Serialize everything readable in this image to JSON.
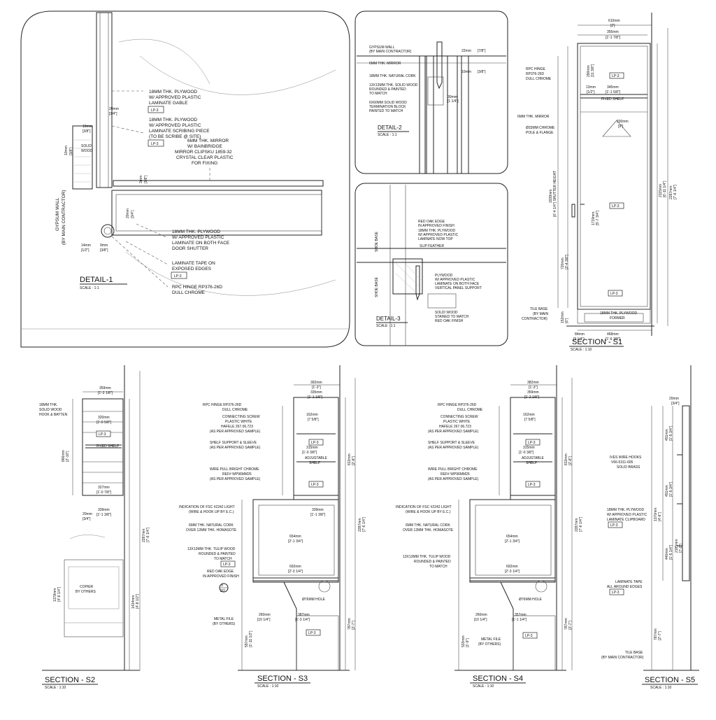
{
  "detail1": {
    "title": "DETAIL-1",
    "scale": "SCALE : 1:1",
    "wall_label_1": "GYPSUM WALL",
    "wall_label_2": "(BY MAIN CONTRACTOR)",
    "solid_wood_1": "SOLID",
    "solid_wood_2": "WOOD",
    "notes": [
      {
        "lines": [
          "18MM THK. PLYWOOD",
          "W/ APPROVED PLASTIC",
          "LAMINATE GABLE"
        ],
        "tag": "LP-3"
      },
      {
        "lines": [
          "18MM THK. PLYWOOD",
          "W/ APPROVED PLASTIC",
          "LAMINATE SCRIBING PIECE",
          "(TO BE SCRIBE @ SITE)"
        ],
        "tag": "LP-3"
      },
      {
        "lines": [
          "6MM THK. MIRROR",
          "W/ BAINBRIDGE",
          "MIRROR CLIPSKU  1859-32",
          "CRYSTAL CLEAR PLASTIC",
          "FOR FIXING"
        ]
      },
      {
        "lines": [
          "18MM THK. PLYWOOD",
          "W/ APPROVED PLASTIC",
          "LAMINATE ON BOTH FACE",
          "DOOR SHUTTER"
        ]
      },
      {
        "lines": [
          "LAMINATE TAPE ON",
          "EXPOSED EDGES"
        ],
        "tag": "LP-3"
      },
      {
        "lines": [
          "RPC HINGE RP376-26D",
          "DULL CHROME"
        ]
      }
    ],
    "dims": {
      "d20": "20mm",
      "d20i": "[3/4\"]",
      "d10": "10mm",
      "d10i": "[3/8\"]",
      "d10v": "10mm",
      "d10vi": "[3/8\"]",
      "d3": "3mm",
      "d3i": "[1/8\"]",
      "d20b": "20mm",
      "d20bi": "[3/4\"]",
      "d14": "14mm",
      "d14i": "[1/2\"]",
      "d9": "9mm",
      "d9i": "[3/8\"]"
    }
  },
  "detail2": {
    "title": "DETAIL-2",
    "scale": "SCALE : 1:1",
    "notes": [
      "GYPSUM WALL",
      "(BY MAIN CONTRACTOR)",
      "6MM THK. MIRROR",
      "18MM THK. NATURAL CORK",
      "13X13MM THK. SOLID WOOD",
      "ROUNDED & PAINTED",
      "TO MATCH",
      "6X60MM SOLID WOOD",
      "TERMINATION BLOCK",
      "PAINTED TO MATCH"
    ],
    "dims": [
      "22mm",
      "[7/8\"]",
      "10mm",
      "[3/8\"]",
      "30mm",
      "[1 1/4\"]"
    ]
  },
  "detail3": {
    "title": "DETAIL-3",
    "scale": "SCALE : 1:1",
    "notes": [
      "RED OAK EDGE",
      "IN APPROVED FINISH",
      "18MM THK. PLYWOOD",
      "W/ APPROVED PLASTIC",
      "LAMINATE NOW TOP",
      "SLIP FEATHER",
      "PLYWOOD",
      "W/ APPROVED PLASTIC",
      "LAMINATE ON BOTH FACE",
      "VERTICAL PANEL SUPPORT",
      "SOLID WOOD",
      "STAINED TO MATCH",
      "RED OAK FINISH"
    ],
    "side_labels": [
      "SHOE BASE",
      "SHOE BASE"
    ]
  },
  "s1": {
    "title": "SECTION - S1",
    "scale": "SCALE : 1:10",
    "dims": {
      "w610": "610mm",
      "w610i": "[2']",
      "w355": "355mm",
      "w355i": "[1'-1 7/8\"]",
      "w345": "345mm",
      "w345i": "[1'-1 5/8\"]",
      "w13": "13mm",
      "w13i": "[1/2\"]",
      "w230": "230mm",
      "w230i": "[9\"]",
      "h2115": "2115mm",
      "h2115i": "[6'-11 1/4\"]",
      "h2287": "2287mm",
      "h2287i": "[7'-6 1/4\"]",
      "h1719": "1719mm",
      "h1719i": "[5'-7 3/4\"]",
      "h1939": "1939mm",
      "h1939i": "[6'-4 1/4\"] SHUTTER HEIGHT",
      "h290": "290mm",
      "h290i": "[11 3/8\"]",
      "h720": "720mm",
      "h720i": "[2'-4 3/8\"]",
      "h152": "152mm",
      "h152i": "[6\"]",
      "w84": "84mm",
      "w84i": "[3 1/4\"]",
      "w468": "468mm",
      "w468i": "[1'-6 3/8\"]"
    },
    "notes": [
      {
        "lines": [
          "RPC HINGE",
          "RP376-26D",
          "DULL CHROME"
        ]
      },
      {
        "lines": [
          "6MM THK. MIRROR"
        ]
      },
      {
        "lines": [
          "Ø33MM CHROME",
          "POLE & FLANGE"
        ]
      },
      {
        "lines": [
          "TILE BASE",
          "(BY MAIN",
          "CONTRACTOR)"
        ]
      }
    ],
    "fixed_shelf": "FIXED SHELF",
    "former": [
      "18MM THK. PLYWOOD",
      "FORMER"
    ],
    "tags": [
      "LP-3",
      "LP-3",
      "LP-3"
    ]
  },
  "s2": {
    "title": "SECTION - S2",
    "scale": "SCALE : 1:10",
    "notes": [
      {
        "lines": [
          "18MM THK.",
          "SOLID WOOD",
          "HOOK & BATTEN"
        ]
      }
    ],
    "fixed_shelf": "FIXED SHELF",
    "copier": [
      "COPIER",
      "BY OTHERS"
    ],
    "dims": [
      "359mm",
      "[1'-2 1/8\"]",
      "320mm",
      "[1'-0 5/8\"]",
      "327mm",
      "[1'-0 7/8\"]",
      "339mm",
      "[1'-1 3/8\"]",
      "866mm",
      "[2'-10\"]",
      "2287mm",
      "[7'-6 1/4\"]",
      "1434mm",
      "[4'-8 1/2\"]",
      "1378mm",
      "[4'-6 1/4\"]",
      "20mm",
      "[3/4\"]"
    ],
    "tag": "LP-3"
  },
  "s3": {
    "title": "SECTION - S3",
    "scale": "SCALE : 1:10",
    "notes": [
      {
        "lines": [
          "RPC HINGE RP376-26D",
          "DULL CHROME"
        ]
      },
      {
        "lines": [
          "CONNECTING SCREW",
          "PLASTIC WHITE",
          "HAFELE 267.06.723",
          "(AS PER APPROVED SAMPLE)"
        ]
      },
      {
        "lines": [
          "SHELF SUPPORT & SLEEVE",
          "(AS PER APPROVED SAMPLE)"
        ]
      },
      {
        "lines": [
          "WIRE PULL BRIGHT CHROME",
          "REF# WP96MM26",
          "(AS PER APPROVED SAMPLE)"
        ]
      },
      {
        "lines": [
          "INDICATION OF FSC #2242 LIGHT",
          "(WIRE & HOOK UP BY E.C.)"
        ]
      },
      {
        "lines": [
          "6MM THK. NATURAL CORK",
          "OVER 12MM THK. HOMASOTE"
        ]
      },
      {
        "lines": [
          "13X13MM THK. TULIP WOOD",
          "ROUNDED & PAINTED",
          "TO MATCH"
        ],
        "tag": "LP-3"
      },
      {
        "lines": [
          "RED OAK EDGE",
          "IN APPROVED FINISH"
        ]
      },
      {
        "lines": [
          "METAL FILE",
          "(BY OTHERS)"
        ]
      }
    ],
    "adjustable_shelf": [
      "ADJUSTABLE",
      "SHELF"
    ],
    "dims": [
      "392mm",
      "[1'-3\"]",
      "335mm",
      "[1'-1 1/8\"]",
      "162mm",
      "[7 5/8\"]",
      "315mm",
      "[1'-0 3/8\"]",
      "339mm",
      "[1'-1 3/8\"]",
      "654mm",
      "[2'-1 3/4\"]",
      "692mm",
      "[2'-3 1/4\"]",
      "260mm",
      "[10 1/4\"]",
      "387mm",
      "[1'-3 1/4\"]",
      "2287mm",
      "[7'-6 1/4\"]",
      "813mm",
      "[2'-8\"]",
      "Ø76MM HOLE",
      "597mm",
      "[1'-11 1/2\"]",
      "787mm",
      "[2'-7\"]"
    ],
    "callout": [
      "3",
      "2/2"
    ],
    "tags": [
      "LP-3",
      "LP-3",
      "LP-3"
    ]
  },
  "s4": {
    "title": "SECTION - S4",
    "scale": "SCALE : 1:10",
    "notes": [
      {
        "lines": [
          "RPC HINGE RP376-26D",
          "DULL CHROME"
        ]
      },
      {
        "lines": [
          "CONNECTING SCREW",
          "PLASTIC WHITE",
          "HAFELE 267.06.723",
          "(AS PER APPROVED SAMPLE)"
        ]
      },
      {
        "lines": [
          "SHELF SUPPORT & SLEEVE",
          "(AS PER APPROVED SAMPLE)"
        ]
      },
      {
        "lines": [
          "WIRE PULL BRIGHT CHROME",
          "REF# WP96MM26",
          "(AS PER APPROVED SAMPLE)"
        ]
      },
      {
        "lines": [
          "INDICATION OF FSC #2242 LIGHT",
          "(WIRE & HOOK UP BY E.C.)"
        ]
      },
      {
        "lines": [
          "6MM THK. NATURAL CORK",
          "OVER 12MM THK. HOMASOTE"
        ]
      },
      {
        "lines": [
          "13X13MM THK. TULIP WOOD",
          "ROUNDED & PAINTED",
          "TO MATCH"
        ]
      },
      {
        "lines": [
          "METAL FILE",
          "(BY OTHERS)"
        ]
      }
    ],
    "adjustable_shelf": [
      "ADJUSTABLE",
      "SHELF"
    ],
    "dims": [
      "382mm",
      "[1'-3\"]",
      "359mm",
      "[1'-2 1/8\"]",
      "162mm",
      "[7 5/8\"]",
      "315mm",
      "[1'-0 3/8\"]",
      "654mm",
      "[2'-1 3/4\"]",
      "692mm",
      "[2'-3 1/4\"]",
      "260mm",
      "[10 1/4\"]",
      "357mm",
      "[1'-1 1/4\"]",
      "2287mm",
      "[7'-6 1/4\"]",
      "813mm",
      "[2'-8\"]",
      "Ø76MM HOLE",
      "533mm",
      "[1'-9\"]",
      "787mm",
      "[2'-7\"]"
    ],
    "tags": [
      "LP-3",
      "LP-3",
      "LP-3"
    ]
  },
  "s5": {
    "title": "SECTION - S5",
    "scale": "SCALE : 1:10",
    "notes": [
      {
        "lines": [
          "IVES WIRE HOOKS",
          "V66-5311-605",
          "SOLID BRASS"
        ]
      },
      {
        "lines": [
          "18MM THK. PLYWOOD",
          "W/ APPROVED PLASTIC",
          "LAMINATE CLIPBOARD"
        ],
        "tag": "LP-3"
      },
      {
        "lines": [
          "LAMINATE TAPE",
          "ALL AROUND EDGES"
        ],
        "tag": "LP-3"
      },
      {
        "lines": [
          "TILE BASE",
          "(BY MAIN CONTRACTOR)"
        ]
      }
    ],
    "dims": [
      "20mm",
      "[3/4\"]",
      "451mm",
      "[1'-5 3/4\"]",
      "1370mm",
      "[4'-6\"]",
      "451mm",
      "[1'-5 3/4\"]",
      "2185mm",
      "[7'-2\"]",
      "440mm",
      "[1'-5 1/4\"]",
      "787mm",
      "[2'-7\"]"
    ]
  },
  "colors": {
    "ink": "#111111",
    "paper": "#ffffff",
    "hatch": "#aaaaaa"
  }
}
